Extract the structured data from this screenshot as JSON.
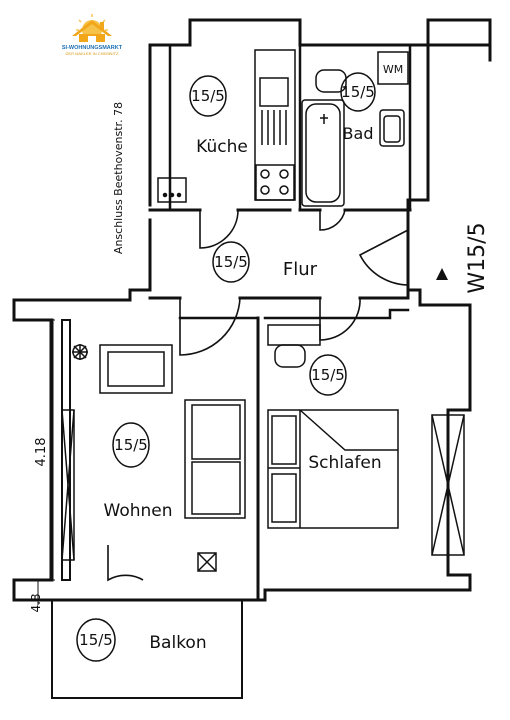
{
  "logo": {
    "name": "SI-WOHNUNGSMARKT",
    "tagline": "DER MAKLER IN CHEMNITZ",
    "colors": {
      "house": "#f2a71b",
      "sun": "#f6c24a",
      "text": "#1c6fb3"
    }
  },
  "apartment_code": "W15/5",
  "street_note": "Anschluss Beethovenstr. 78",
  "dimensions": {
    "width_label": "4.18",
    "depth_label": "4.8"
  },
  "rooms": [
    {
      "name": "Küche",
      "code": "15/5"
    },
    {
      "name": "Bad",
      "code": "15/5"
    },
    {
      "name": "Flur",
      "code": "15/5"
    },
    {
      "name": "Schlafen",
      "code": "15/5"
    },
    {
      "name": "Wohnen",
      "code": "15/5"
    },
    {
      "name": "Balkon",
      "code": "15/5"
    }
  ],
  "fixtures": {
    "washing_machine": "WM"
  }
}
